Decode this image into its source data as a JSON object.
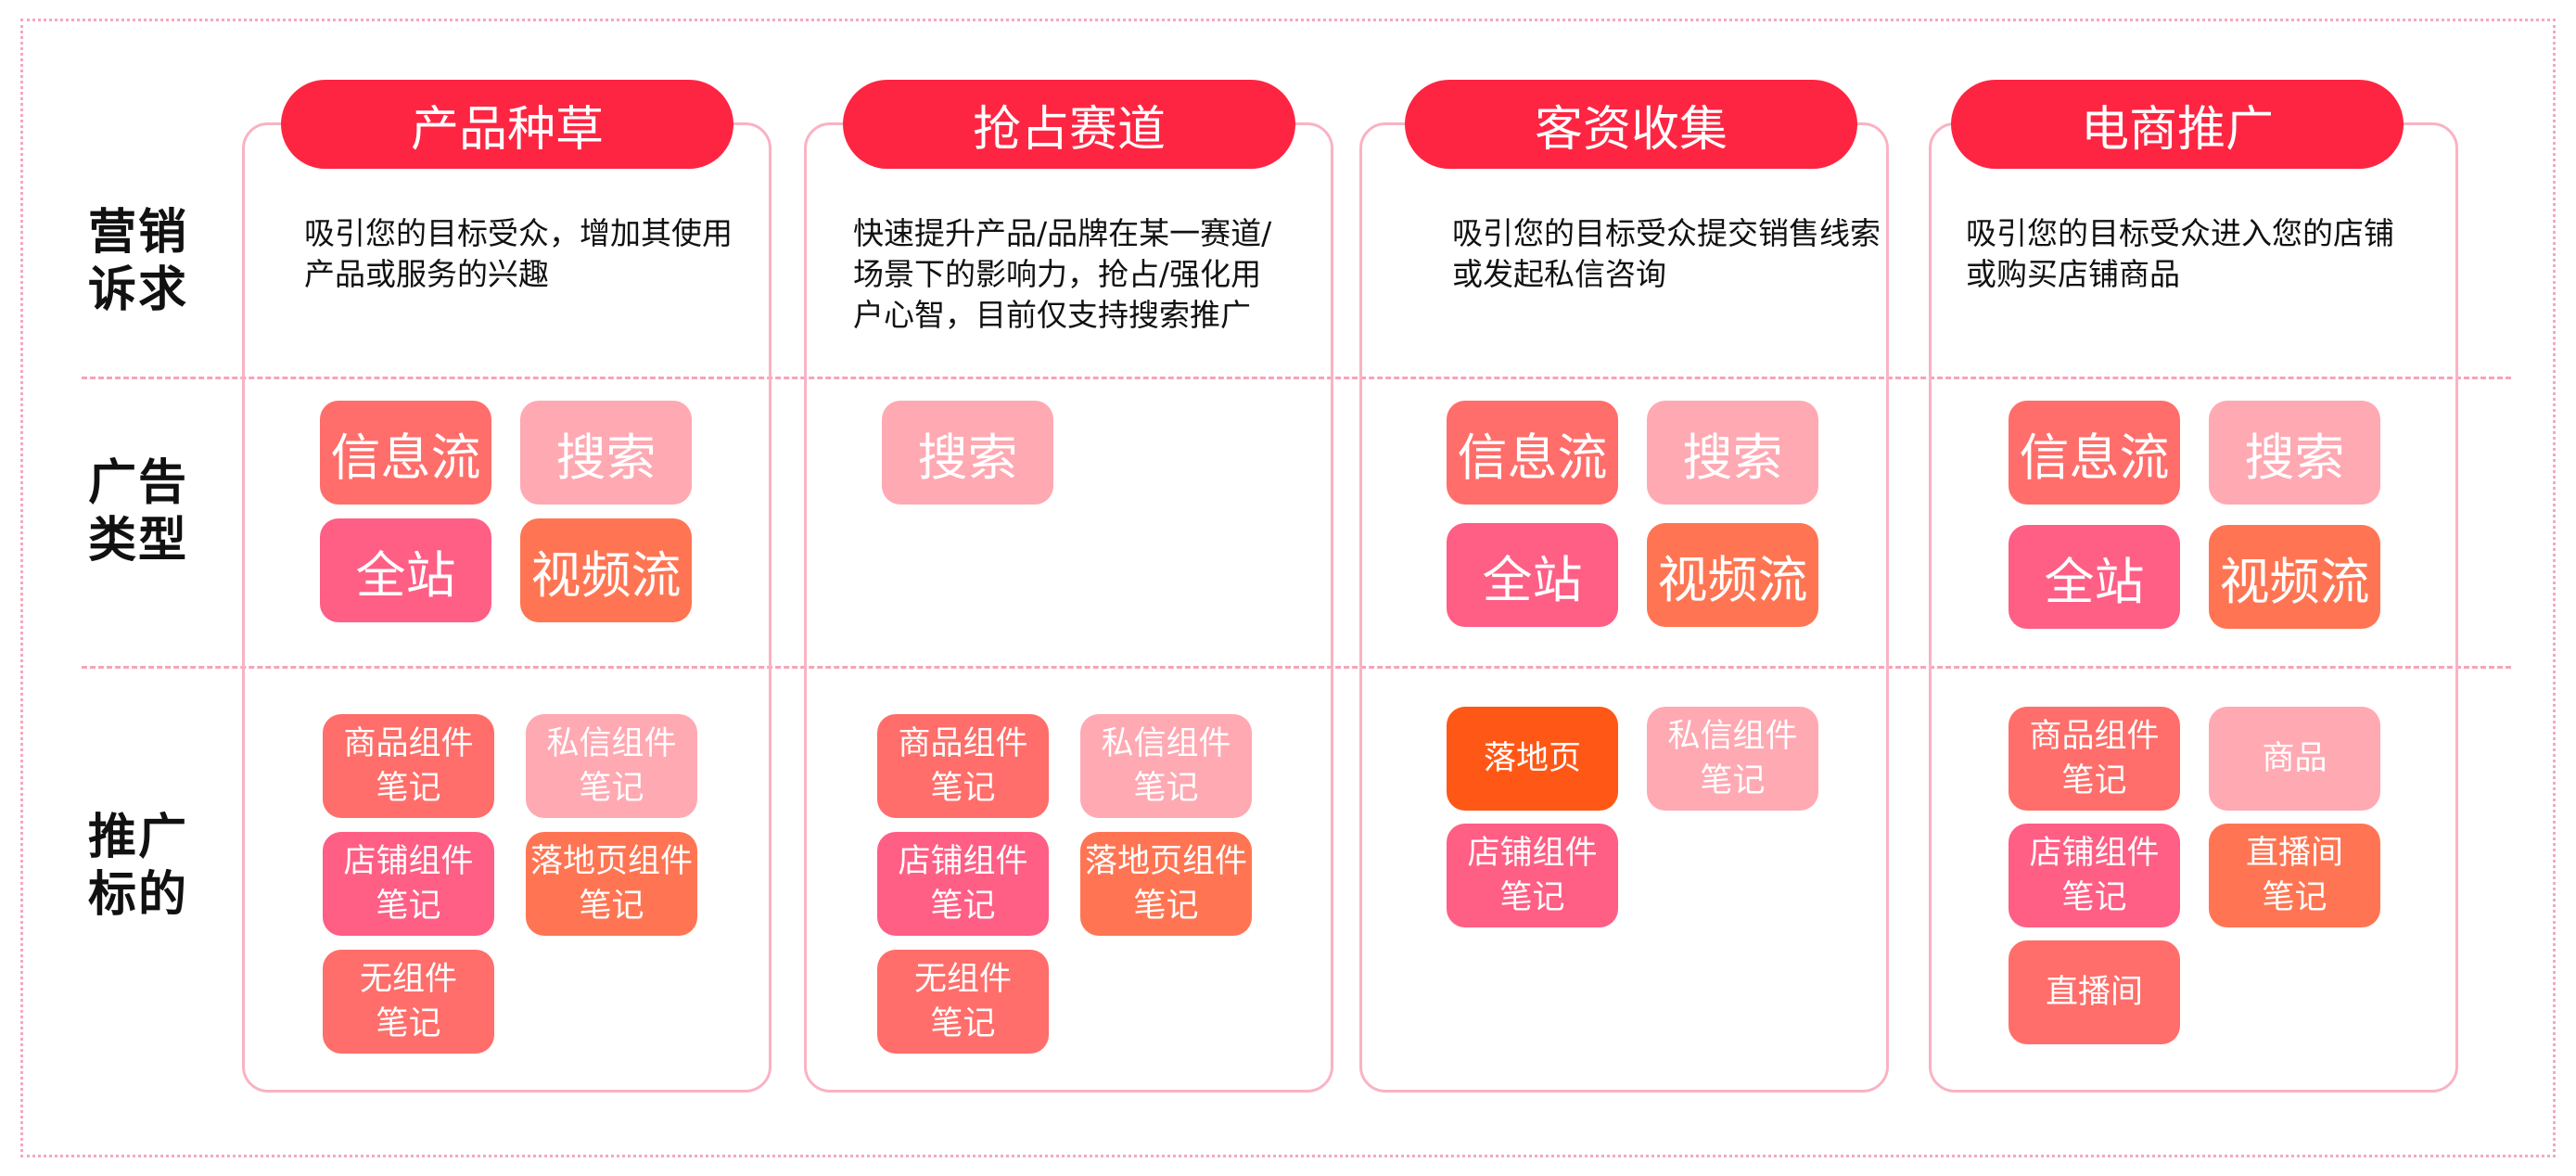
{
  "row_labels": {
    "appeal": [
      "营销",
      "诉求"
    ],
    "ad_type": [
      "广告",
      "类型"
    ],
    "target": [
      "推广",
      "标的"
    ]
  },
  "columns": [
    {
      "title": "产品种草",
      "description": "吸引您的目标受众，增加其使用产品或服务的兴趣",
      "ad_types": [
        "信息流",
        "搜索",
        "全站",
        "视频流"
      ],
      "targets": [
        {
          "line1": "商品组件",
          "line2": "笔记"
        },
        {
          "line1": "私信组件",
          "line2": "笔记"
        },
        {
          "line1": "店铺组件",
          "line2": "笔记"
        },
        {
          "line1": "落地页组件",
          "line2": "笔记"
        },
        {
          "line1": "无组件",
          "line2": "笔记"
        }
      ]
    },
    {
      "title": "抢占赛道",
      "description": "快速提升产品/品牌在某一赛道/场景下的影响力，抢占/强化用户心智，目前仅支持搜索推广",
      "ad_types": [
        "搜索"
      ],
      "targets": [
        {
          "line1": "商品组件",
          "line2": "笔记"
        },
        {
          "line1": "私信组件",
          "line2": "笔记"
        },
        {
          "line1": "店铺组件",
          "line2": "笔记"
        },
        {
          "line1": "落地页组件",
          "line2": "笔记"
        },
        {
          "line1": "无组件",
          "line2": "笔记"
        }
      ]
    },
    {
      "title": "客资收集",
      "description": "吸引您的目标受众提交销售线索或发起私信咨询",
      "ad_types": [
        "信息流",
        "搜索",
        "全站",
        "视频流"
      ],
      "targets": [
        {
          "line1": "落地页",
          "line2": ""
        },
        {
          "line1": "私信组件",
          "line2": "笔记"
        },
        {
          "line1": "店铺组件",
          "line2": "笔记"
        }
      ]
    },
    {
      "title": "电商推广",
      "description": "吸引您的目标受众进入您的店铺或购买店铺商品",
      "ad_types": [
        "信息流",
        "搜索",
        "全站",
        "视频流"
      ],
      "targets": [
        {
          "line1": "商品组件",
          "line2": "笔记"
        },
        {
          "line1": "商品",
          "line2": ""
        },
        {
          "line1": "店铺组件",
          "line2": "笔记"
        },
        {
          "line1": "直播间",
          "line2": "笔记"
        },
        {
          "line1": "直播间",
          "line2": ""
        }
      ]
    }
  ],
  "colors": {
    "tab_red": "#fe2542",
    "coral": "#ff6e6a",
    "light_pink": "#ffa9b3",
    "pink": "#ff5e85",
    "orange": "#ff7553",
    "deep_orange": "#ff5716",
    "border_pink": "#f9b3c3"
  }
}
